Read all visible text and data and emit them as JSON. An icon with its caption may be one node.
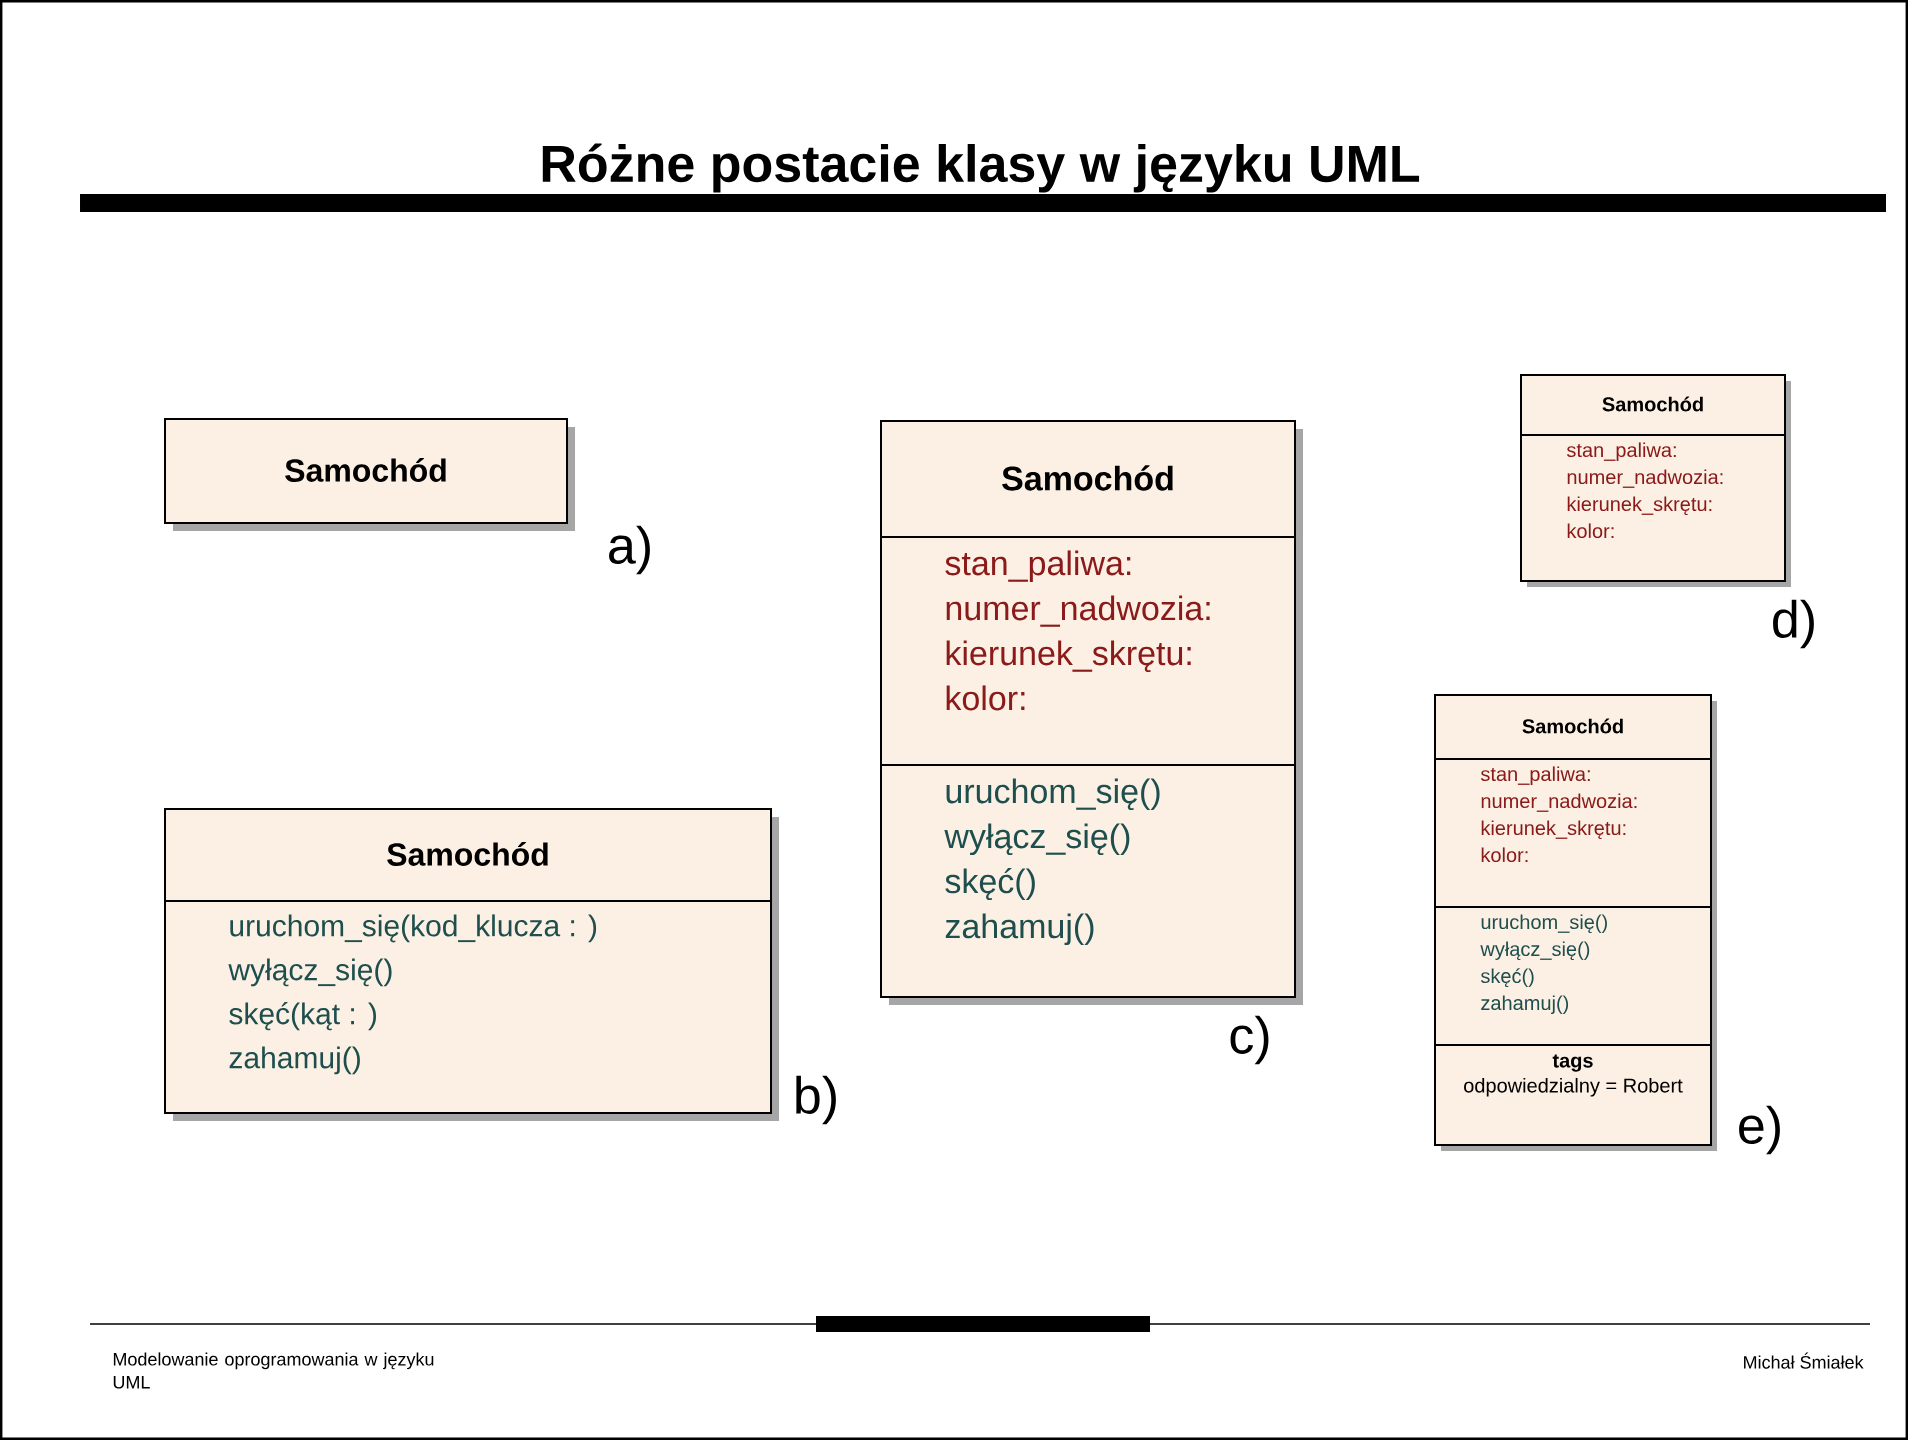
{
  "diagram": {
    "title": "Różne postacie klasy w języku UML",
    "nodes": [
      {
        "text": [
          "Samochód"
        ],
        "beside": [
          "a)"
        ]
      },
      {
        "text": [
          "Samochód"
        ],
        "beside": [
          "b)"
        ]
      },
      {
        "text": [
          "uruchom_się(kod_klucza : )",
          "wyłącz_się()",
          "skęć(kąt : )",
          "zahamuj()"
        ],
        "in": 1
      },
      {
        "text": [
          "Samochód"
        ],
        "beside": [
          "c)"
        ]
      },
      {
        "text": [
          "stan_paliwa:",
          "numer_nadwozia:",
          "kierunek_skrętu:",
          "kolor:"
        ],
        "in": 3
      },
      {
        "text": [
          "uruchom_się()",
          "wyłącz_się()",
          "skęć()",
          "zahamuj()"
        ],
        "in": 3
      },
      {
        "text": [
          "Samochód"
        ],
        "beside": [
          "d)"
        ]
      },
      {
        "text": [
          "stan_paliwa:",
          "numer_nadwozia:",
          "kierunek_skrętu:",
          "kolor:"
        ],
        "in": 6
      },
      {
        "text": [
          "Samochód"
        ],
        "beside": [
          "e)"
        ]
      },
      {
        "text": [
          "stan_paliwa:",
          "numer_nadwozia:",
          "kierunek_skrętu:",
          "kolor:"
        ],
        "in": 8
      },
      {
        "text": [
          "uruchom_się()",
          "wyłącz_się()",
          "skęć()",
          "zahamuj()"
        ],
        "in": 8
      },
      {
        "text": [
          "tags",
          "odpowiedzialny = Robert"
        ],
        "in": 8
      }
    ],
    "labels": [
      "Modelowanie oprogramowania w języku UML",
      "Michał Śmiałek"
    ]
  }
}
